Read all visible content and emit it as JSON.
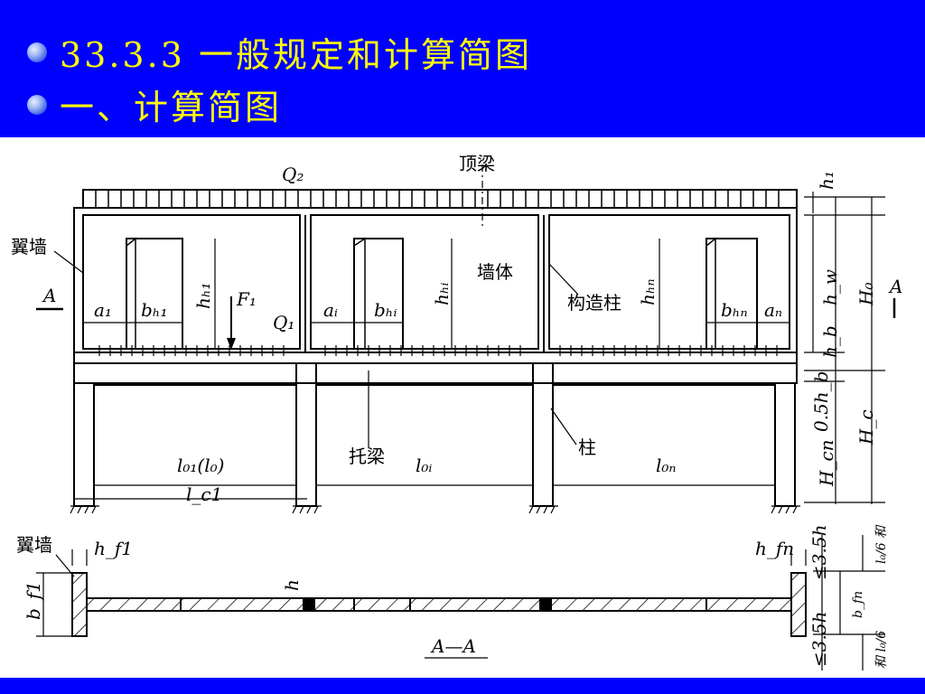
{
  "header": {
    "bg_color": "#0000ff",
    "text_color": "#ffff00",
    "line1": "33.3.3  一般规定和计算简图",
    "line2": "一、计算简图"
  },
  "diagram": {
    "labels": {
      "top_beam": "顶梁",
      "Q2": "Q₂",
      "wing_wall": "翼墙",
      "section_A": "A",
      "a1": "a₁",
      "bh1": "bₕ₁",
      "hh1": "hₕ₁",
      "F1": "F₁",
      "Q1": "Q₁",
      "ai": "aᵢ",
      "bhi": "bₕᵢ",
      "hhi": "hₕᵢ",
      "wall_body": "墙体",
      "constructional_column": "构造柱",
      "hhn": "hₕₙ",
      "bhn": "bₕₙ",
      "an": "aₙ",
      "h1": "h₁",
      "hw": "h_w",
      "H0": "H₀",
      "hb": "h_b",
      "half_hb": "0.5h_b",
      "Hcn": "H_cn",
      "Hc": "H_c",
      "support_beam": "托梁",
      "column": "柱",
      "l01": "l₀₁(l₀)",
      "lc1": "l_c1",
      "l0i": "l₀ᵢ",
      "l0n": "l₀ₙ",
      "wing_wall_2": "翼墙",
      "hf1": "h_f1",
      "hfn": "h_fn",
      "b_f1": "b_f1",
      "h": "h",
      "le35h_top": "≤3.5h",
      "le35h_bot": "≤3.5h",
      "bfn": "b_fn",
      "l0_6_top": "l₀/6 和",
      "l0_6_bot": "和 l₀/6",
      "section_AA": "A—A"
    }
  }
}
